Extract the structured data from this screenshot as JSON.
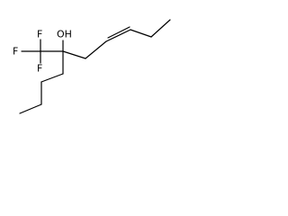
{
  "molecule": {
    "atoms": {
      "f_top": "F",
      "f_left": "F",
      "f_bottom": "F",
      "oh": "OH"
    }
  }
}
